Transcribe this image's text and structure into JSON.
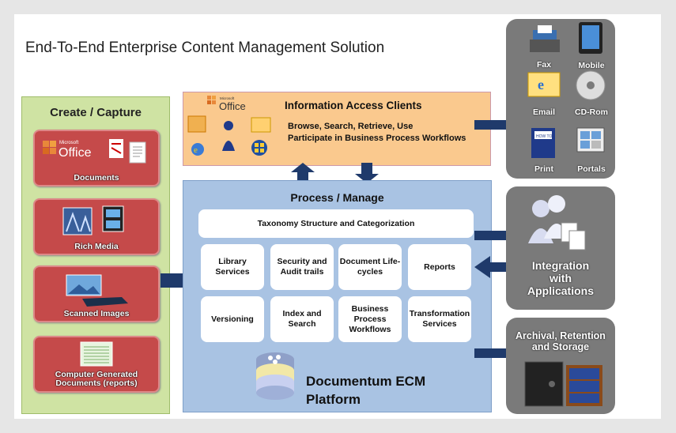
{
  "title": "End-To-End Enterprise Content Management Solution",
  "create_capture": {
    "header": "Create / Capture",
    "items": [
      {
        "label": "Documents",
        "office": "Office",
        "office_sub": "Microsoft"
      },
      {
        "label": "Rich Media"
      },
      {
        "label": "Scanned Images"
      },
      {
        "label": "Computer Generated Documents (reports)"
      }
    ]
  },
  "information_access": {
    "title": "Information Access Clients",
    "line1": "Browse, Search, Retrieve, Use",
    "line2": "Participate in Business Process Workflows",
    "office": "Office",
    "office_sub": "Microsoft"
  },
  "process_manage": {
    "header": "Process / Manage",
    "taxonomy": "Taxonomy Structure and Categorization",
    "services": [
      {
        "label": "Library Services"
      },
      {
        "label": "Security and Audit trails"
      },
      {
        "label": "Document Life-cycles"
      },
      {
        "label": "Reports"
      },
      {
        "label": "Versioning"
      },
      {
        "label": "Index and Search"
      },
      {
        "label": "Business Process Workflows"
      },
      {
        "label": "Transformation Services"
      }
    ],
    "platform_line1": "Documentum ECM",
    "platform_line2": "Platform"
  },
  "devices": {
    "items": [
      {
        "label": "Fax"
      },
      {
        "label": "Mobile"
      },
      {
        "label": "Email"
      },
      {
        "label": "CD-Rom"
      },
      {
        "label": "Print"
      },
      {
        "label": "Portals"
      }
    ],
    "email_glyph": "e",
    "howto": "HOW TO"
  },
  "integration": {
    "line1": "Integration",
    "line2": "with",
    "line3": "Applications"
  },
  "archival": {
    "line1": "Archival, Retention",
    "line2": "and Storage"
  },
  "colors": {
    "create_bg": "#cfe3a3",
    "capture_item": "#c54a4a",
    "access_bg": "#fac98e",
    "process_bg": "#a9c3e3",
    "arrow": "#1f3a6b",
    "right_panel": "#7a7a7a"
  }
}
